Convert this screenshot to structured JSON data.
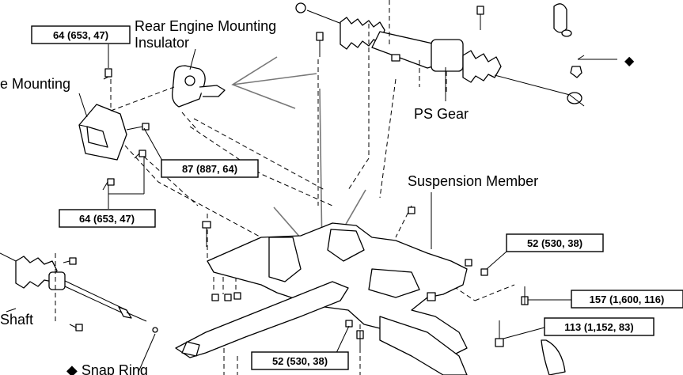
{
  "labels": {
    "rear_insulator_line1": "Rear Engine Mounting",
    "rear_insulator_line2": "Insulator",
    "engine_mounting_partial": "e Mounting",
    "ps_gear": "PS Gear",
    "suspension_member": "Suspension Member",
    "shaft_partial": "Shaft",
    "snap_ring": "◆ Snap Ring"
  },
  "torque_specs": {
    "t1": "64 (653, 47)",
    "t2": "87 (887, 64)",
    "t3": "64 (653, 47)",
    "t4": "52 (530, 38)",
    "t5": "157 (1,600, 116)",
    "t6": "113 (1,152, 83)",
    "t7": "52 (530, 38)"
  },
  "symbols": {
    "diamond": "◆"
  },
  "icons": {
    "bolt": "bolt-icon",
    "nut": "nut-icon"
  }
}
